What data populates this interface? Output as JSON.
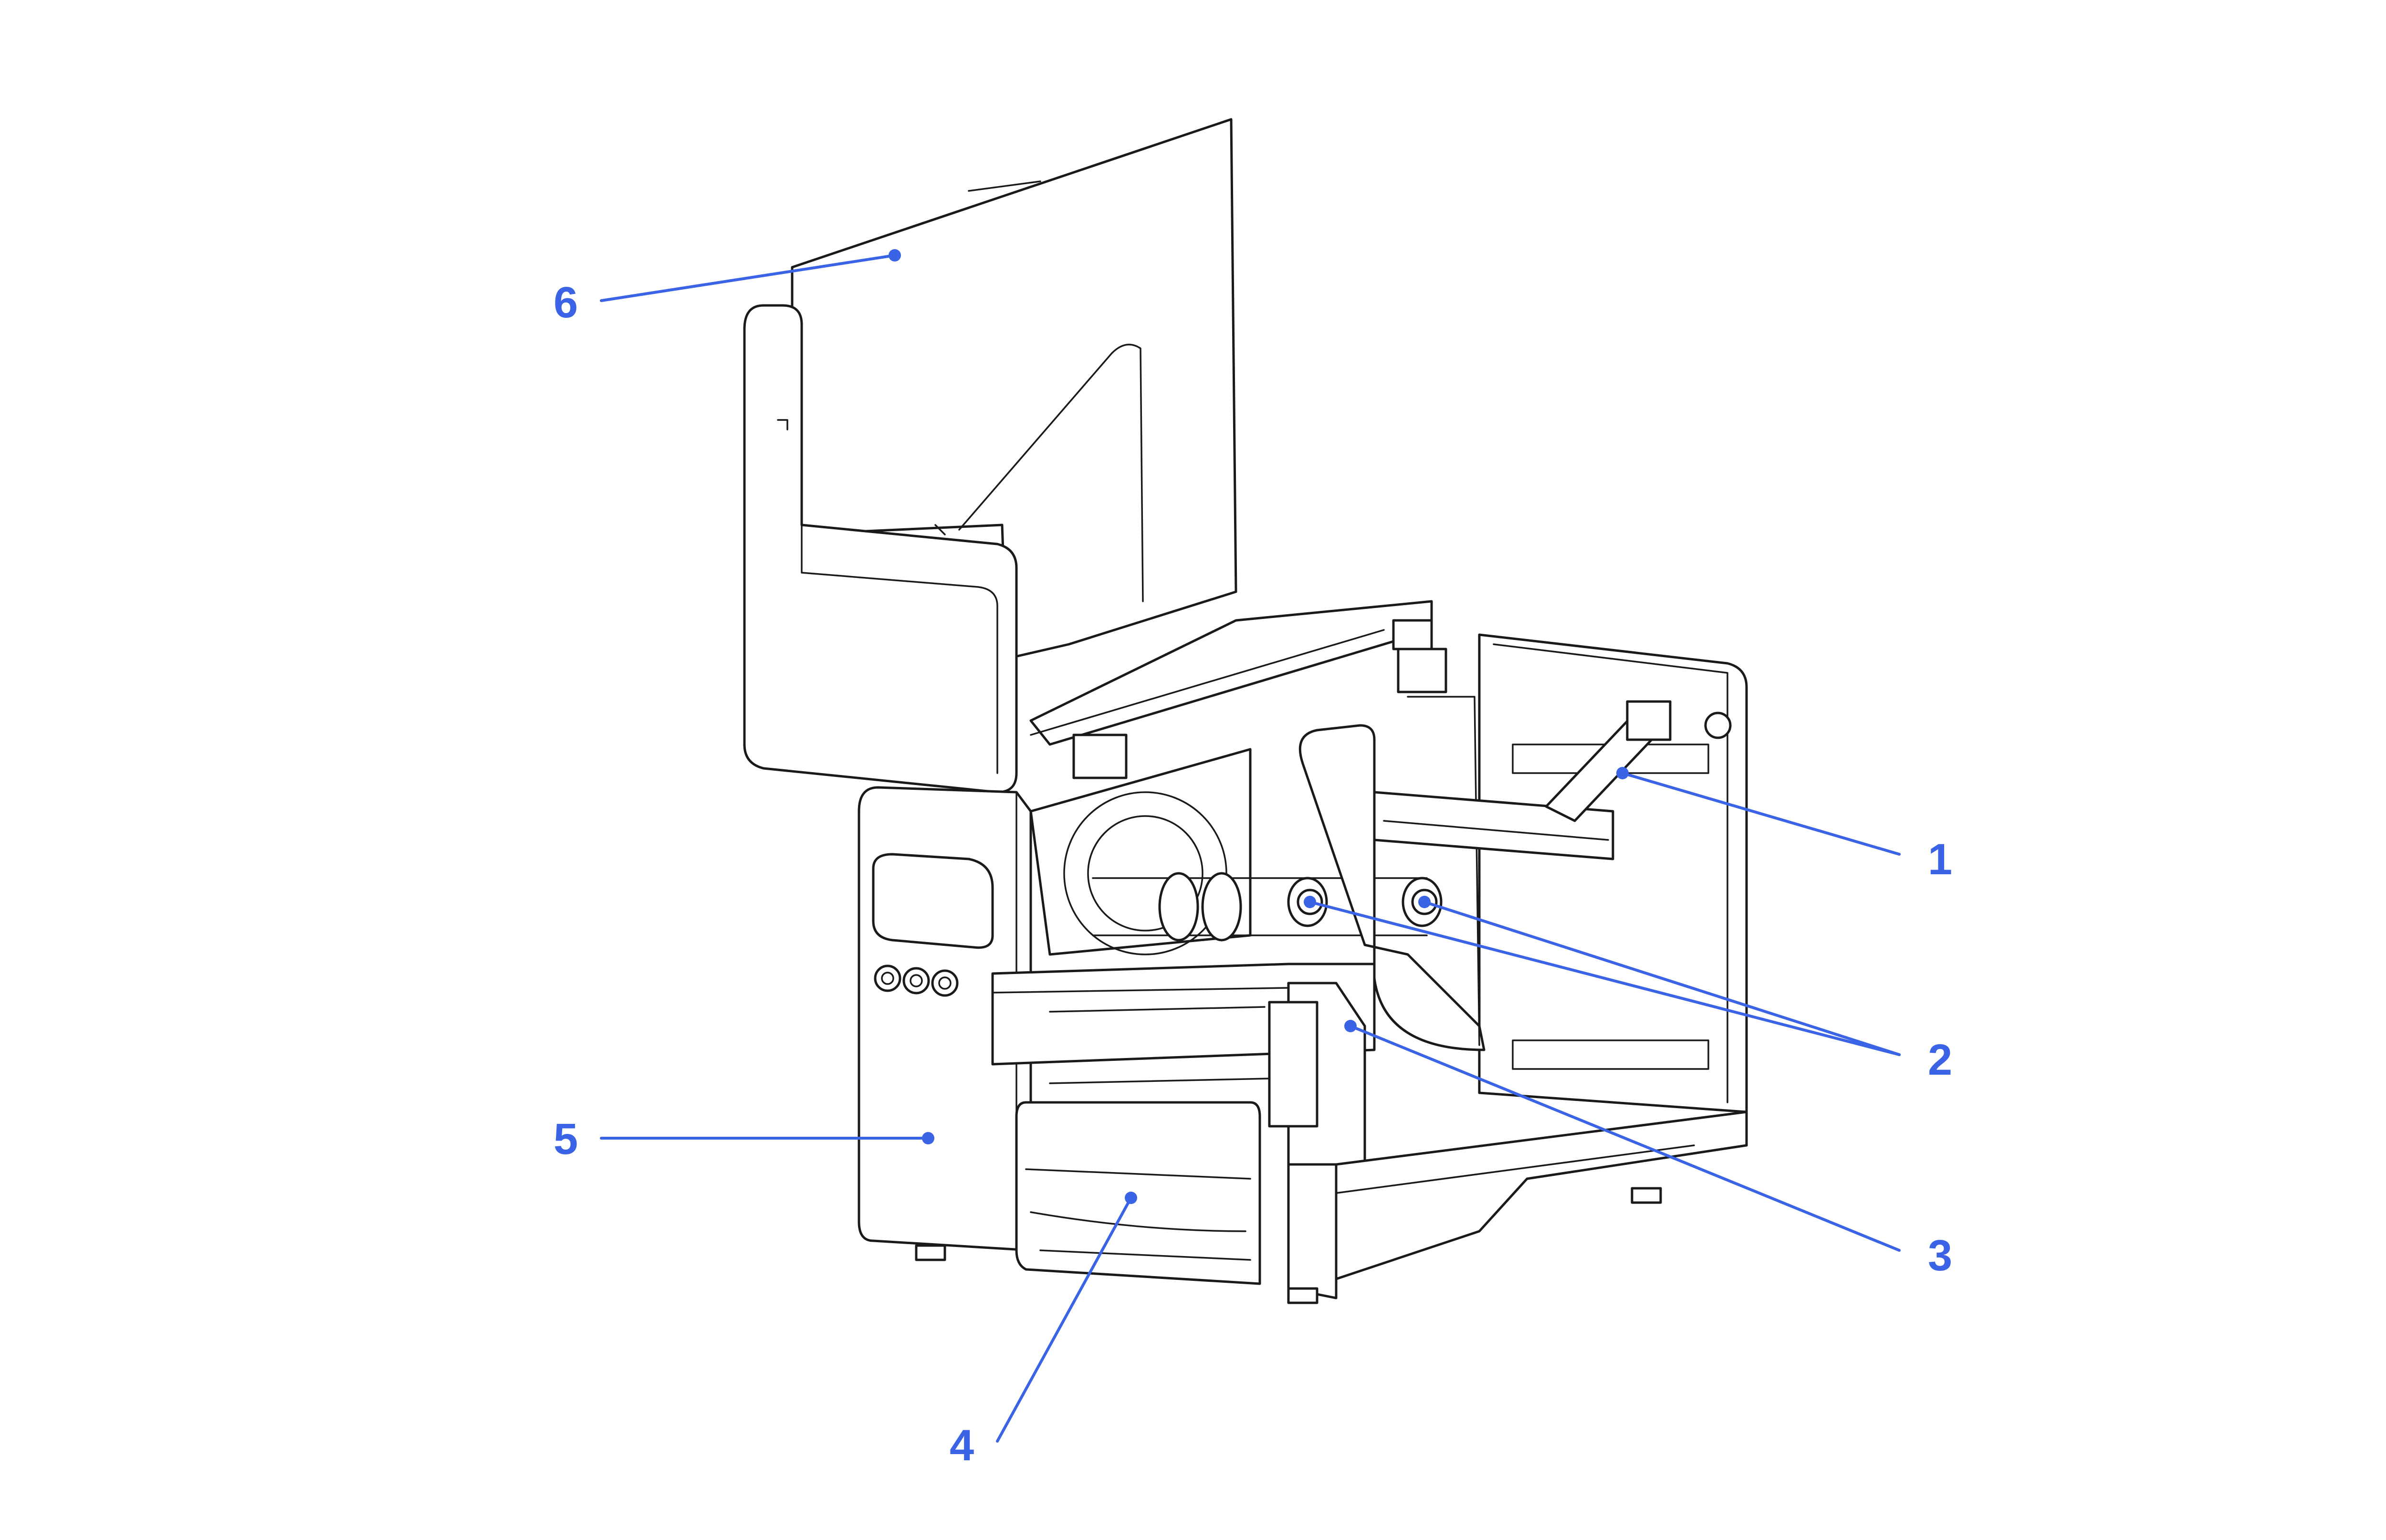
{
  "callouts": [
    {
      "label": "1"
    },
    {
      "label": "2"
    },
    {
      "label": "3"
    },
    {
      "label": "4"
    },
    {
      "label": "5"
    },
    {
      "label": "6"
    }
  ],
  "colors": {
    "callout": "#3b63e6",
    "drawing": "#1a1a1a",
    "background": "#ffffff"
  }
}
